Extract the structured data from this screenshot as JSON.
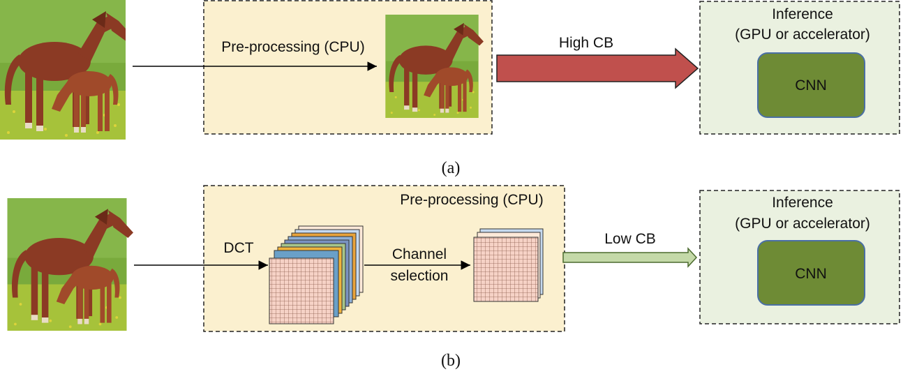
{
  "colors": {
    "preprocess_box_fill": "#fbf0cf",
    "inference_box_fill": "#eaf1e0",
    "cnn_fill": "#6e8b35",
    "cnn_border": "#4a6fa5",
    "high_cb_arrow": "#c0504d",
    "low_cb_arrow": "#c4d9a8",
    "grid_fill": "#f6d2c6",
    "grid_line": "#8a5a4a",
    "channel_colors": [
      "#fde9d9",
      "#c5d9ef",
      "#e8a33b",
      "#8fb0d6",
      "#7a93c2",
      "#a7c58a",
      "#f0b33c",
      "#6aa0c8"
    ]
  },
  "images": {
    "input_a": "horse-photo",
    "preprocessed_a": "horse-photo",
    "input_b": "horse-photo"
  },
  "panel_a": {
    "preprocess_label": "Pre-processing (CPU)",
    "transfer_label": "High CB",
    "inference_title_line1": "Inference",
    "inference_title_line2": "(GPU or accelerator)",
    "cnn_label": "CNN",
    "caption": "(a)"
  },
  "panel_b": {
    "preprocess_label": "Pre-processing (CPU)",
    "dct_label": "DCT",
    "channel_selection_line1": "Channel",
    "channel_selection_line2": "selection",
    "transfer_label": "Low CB",
    "inference_title_line1": "Inference",
    "inference_title_line2": "(GPU or accelerator)",
    "cnn_label": "CNN",
    "caption": "(b)"
  }
}
